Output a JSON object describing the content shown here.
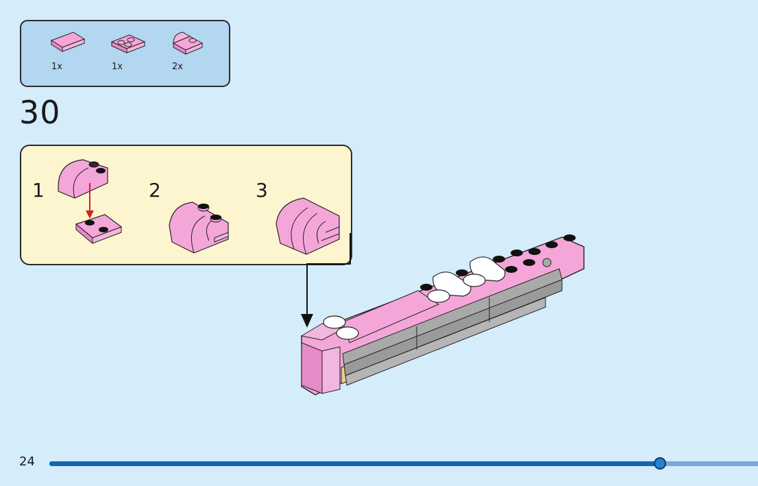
{
  "parts_list": {
    "items": [
      {
        "icon": "pink-plate-1x2-icon",
        "quantity": "1x"
      },
      {
        "icon": "pink-plate-2x2-icon",
        "quantity": "1x"
      },
      {
        "icon": "pink-curved-slope-icon",
        "quantity": "2x"
      }
    ]
  },
  "step": {
    "number": "30",
    "sub_steps": [
      {
        "label": "1"
      },
      {
        "label": "2"
      },
      {
        "label": "3"
      }
    ]
  },
  "footer": {
    "page_number": "24",
    "progress_fraction": 0.862
  },
  "colors": {
    "background": "#d5ecfb",
    "parts_box": "#b3d6f1",
    "sub_box": "#fdf5cf",
    "brick_pink": "#f4a6d9",
    "brick_gray": "#a9a9a9",
    "brick_white": "#ffffff",
    "arrow_red": "#d62020",
    "progress_fill": "#1565b5",
    "progress_track": "#7aa8d9"
  }
}
